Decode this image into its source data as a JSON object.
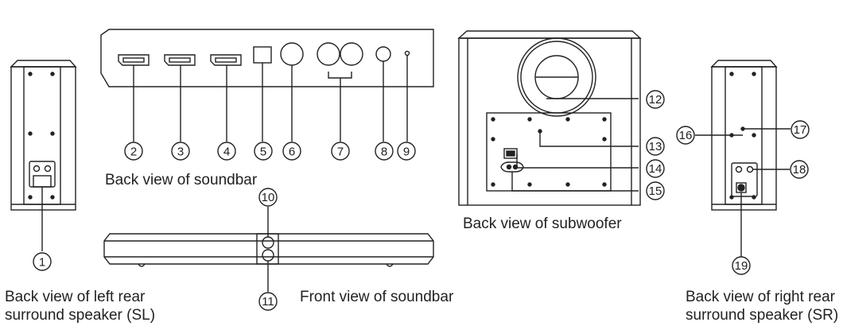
{
  "captions": {
    "soundbar_back": "Back view of soundbar",
    "soundbar_front": "Front view of soundbar",
    "subwoofer_back": "Back view of subwoofer",
    "left_speaker_line1": "Back view of left rear",
    "left_speaker_line2": "surround speaker (SL)",
    "right_speaker_line1": "Back view of right rear",
    "right_speaker_line2": "surround speaker (SR)"
  },
  "callouts": {
    "n1": "1",
    "n2": "2",
    "n3": "3",
    "n4": "4",
    "n5": "5",
    "n6": "6",
    "n7": "7",
    "n8": "8",
    "n9": "9",
    "n10": "10",
    "n11": "11",
    "n12": "12",
    "n13": "13",
    "n14": "14",
    "n15": "15",
    "n16": "16",
    "n17": "17",
    "n18": "18",
    "n19": "19"
  },
  "colors": {
    "line": "#222222",
    "fill": "#ffffff",
    "panel": "#eeeeee"
  }
}
